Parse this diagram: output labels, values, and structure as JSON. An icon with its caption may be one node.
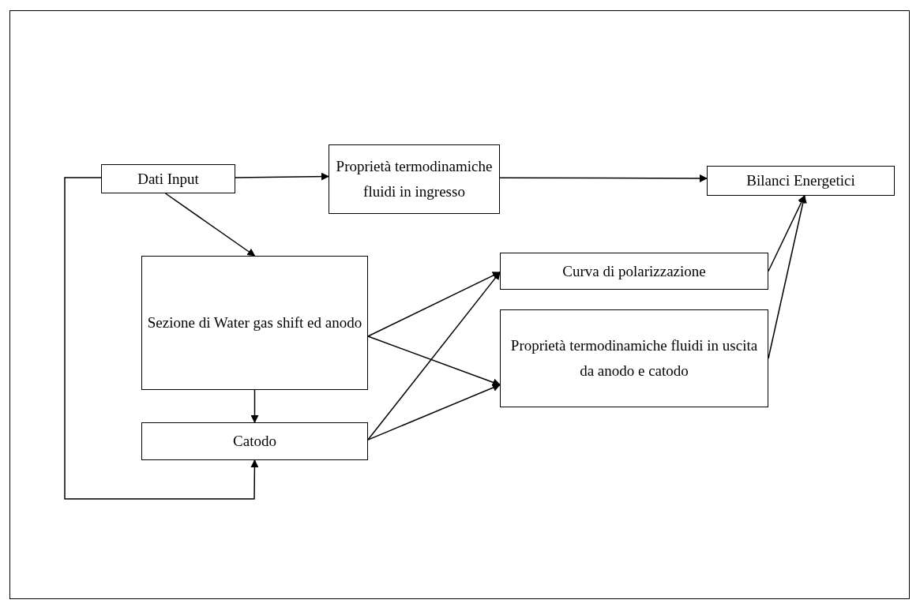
{
  "diagram": {
    "nodes": [
      {
        "text": [
          "Dati Input"
        ]
      },
      {
        "text": [
          "Proprietà termodinamiche fluidi in ingresso"
        ]
      },
      {
        "text": [
          "Bilanci Energetici"
        ]
      },
      {
        "text": [
          "Sezione di Water gas shift ed anodo"
        ]
      },
      {
        "text": [
          "Curva di polarizzazione"
        ]
      },
      {
        "text": [
          "Proprietà termodinamiche fluidi in uscita da anodo e catodo"
        ]
      },
      {
        "text": [
          "Catodo"
        ]
      }
    ],
    "edges": [
      {
        "from": 0,
        "to": 1,
        "arrow": "to"
      },
      {
        "from": 1,
        "to": 2,
        "arrow": "to"
      },
      {
        "from": 0,
        "to": 3,
        "arrow": "to"
      },
      {
        "from": 3,
        "to": 4,
        "arrow": "to"
      },
      {
        "from": 3,
        "to": 5,
        "arrow": "to"
      },
      {
        "from": 3,
        "to": 6,
        "arrow": "to"
      },
      {
        "from": 6,
        "to": 4,
        "arrow": "to"
      },
      {
        "from": 6,
        "to": 5,
        "arrow": "to"
      },
      {
        "from": 4,
        "to": 2,
        "arrow": "to"
      },
      {
        "from": 5,
        "to": 2,
        "arrow": "to"
      },
      {
        "from": 0,
        "to": 6,
        "arrow": "to"
      }
    ]
  }
}
